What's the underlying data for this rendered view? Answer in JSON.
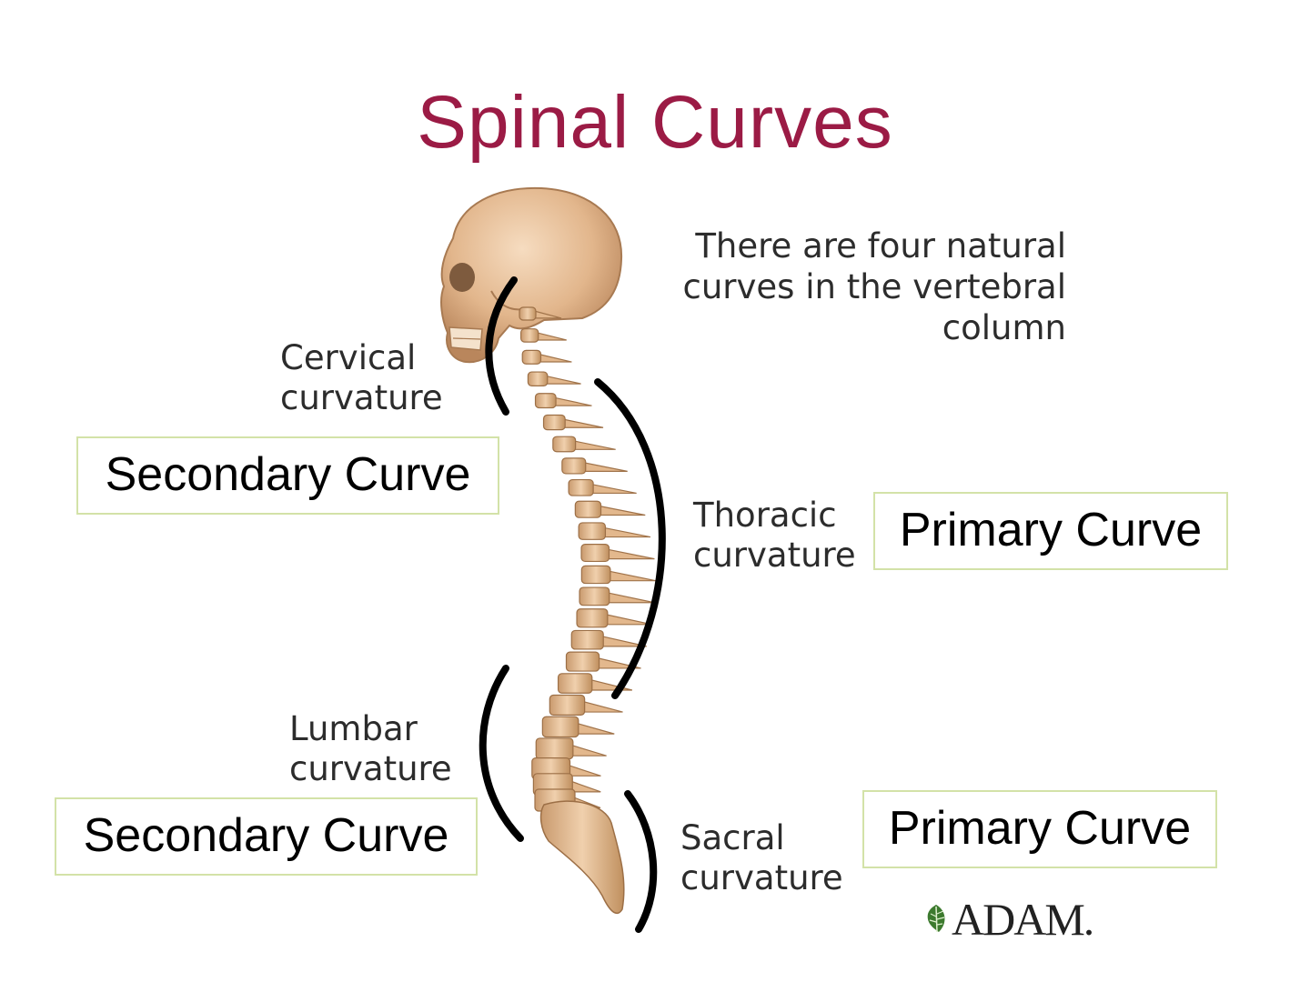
{
  "title": "Spinal Curves",
  "intro": "There are four natural curves in the vertebral column",
  "labels": {
    "cervical": [
      "Cervical",
      "curvature"
    ],
    "thoracic": [
      "Thoracic",
      "curvature"
    ],
    "lumbar": [
      "Lumbar",
      "curvature"
    ],
    "sacral": [
      "Sacral",
      "curvature"
    ]
  },
  "boxes": {
    "cervical": "Secondary Curve",
    "thoracic": "Primary Curve",
    "lumbar": "Secondary Curve",
    "sacral": "Primary Curve"
  },
  "logo": {
    "text": "ADAM.",
    "icon": "adam-leaf-icon"
  },
  "colors": {
    "title": "#9b1b45",
    "box_border": "#d3e2a8",
    "bone": "#e8c19b",
    "curve_line": "#000000"
  }
}
